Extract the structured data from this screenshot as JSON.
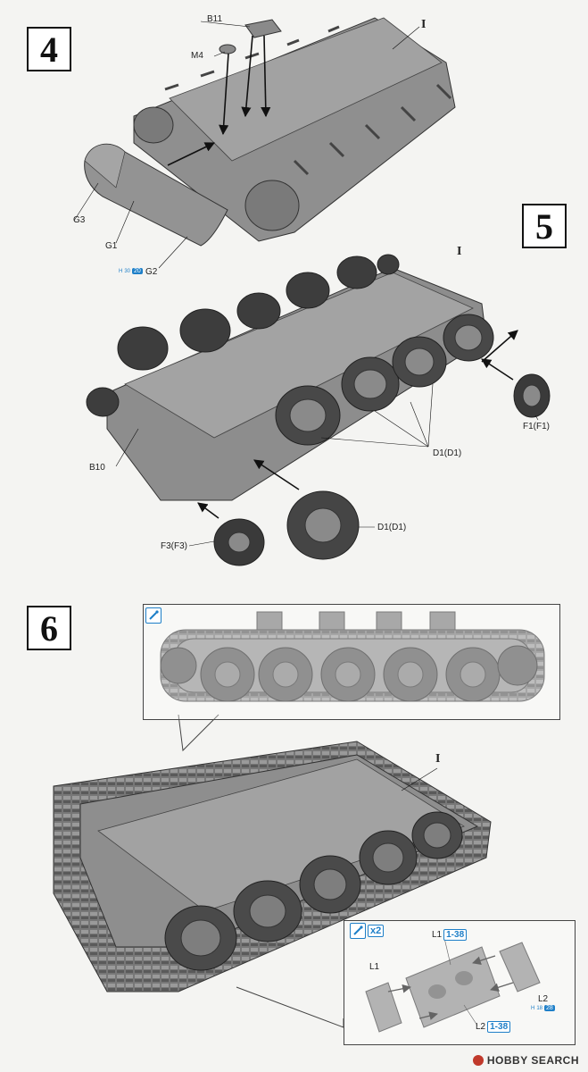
{
  "steps": {
    "s4": {
      "number": "4",
      "labels": {
        "b11": "B11",
        "m4": "M4",
        "i": "I",
        "g3": "G3",
        "g1": "G1",
        "g2": "G2"
      },
      "ref": {
        "prefix": "H",
        "num": "30",
        "pill": "20"
      }
    },
    "s5": {
      "number": "5",
      "labels": {
        "i": "I",
        "b10": "B10",
        "d1_a": "D1(D1)",
        "d1_b": "D1(D1)",
        "f1": "F1(F1)",
        "f3": "F3(F3)"
      }
    },
    "s6": {
      "number": "6",
      "labels": {
        "i": "I",
        "l1a": "L1",
        "l1b": "L1",
        "l2a": "L2",
        "l2b": "L2"
      },
      "qty": "x2",
      "ref_l1": "1-38",
      "ref_l2": "1-38",
      "ref_small": {
        "prefix": "H",
        "num": "18",
        "pill": "28"
      }
    }
  },
  "watermark": "HOBBY SEARCH",
  "colors": {
    "accent": "#1e7fc8",
    "part": "#8a8a8a",
    "ink": "#111111"
  }
}
